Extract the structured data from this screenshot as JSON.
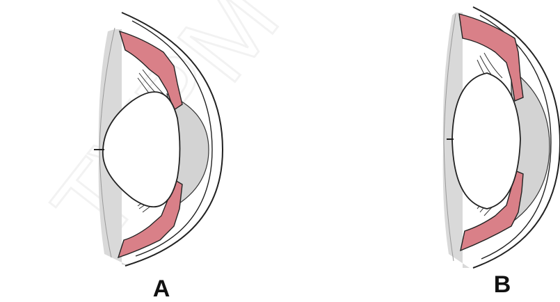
{
  "figure": {
    "labels": [
      {
        "id": "A",
        "text": "A"
      },
      {
        "id": "B",
        "text": "B"
      }
    ],
    "watermark": "TVPM",
    "colors": {
      "background": "#ffffff",
      "ciliary_muscle": "#d98088",
      "humor": "#d3d3d3",
      "lens": "#ffffff",
      "outline": "#222222",
      "watermark": "#e6e6e6"
    }
  }
}
